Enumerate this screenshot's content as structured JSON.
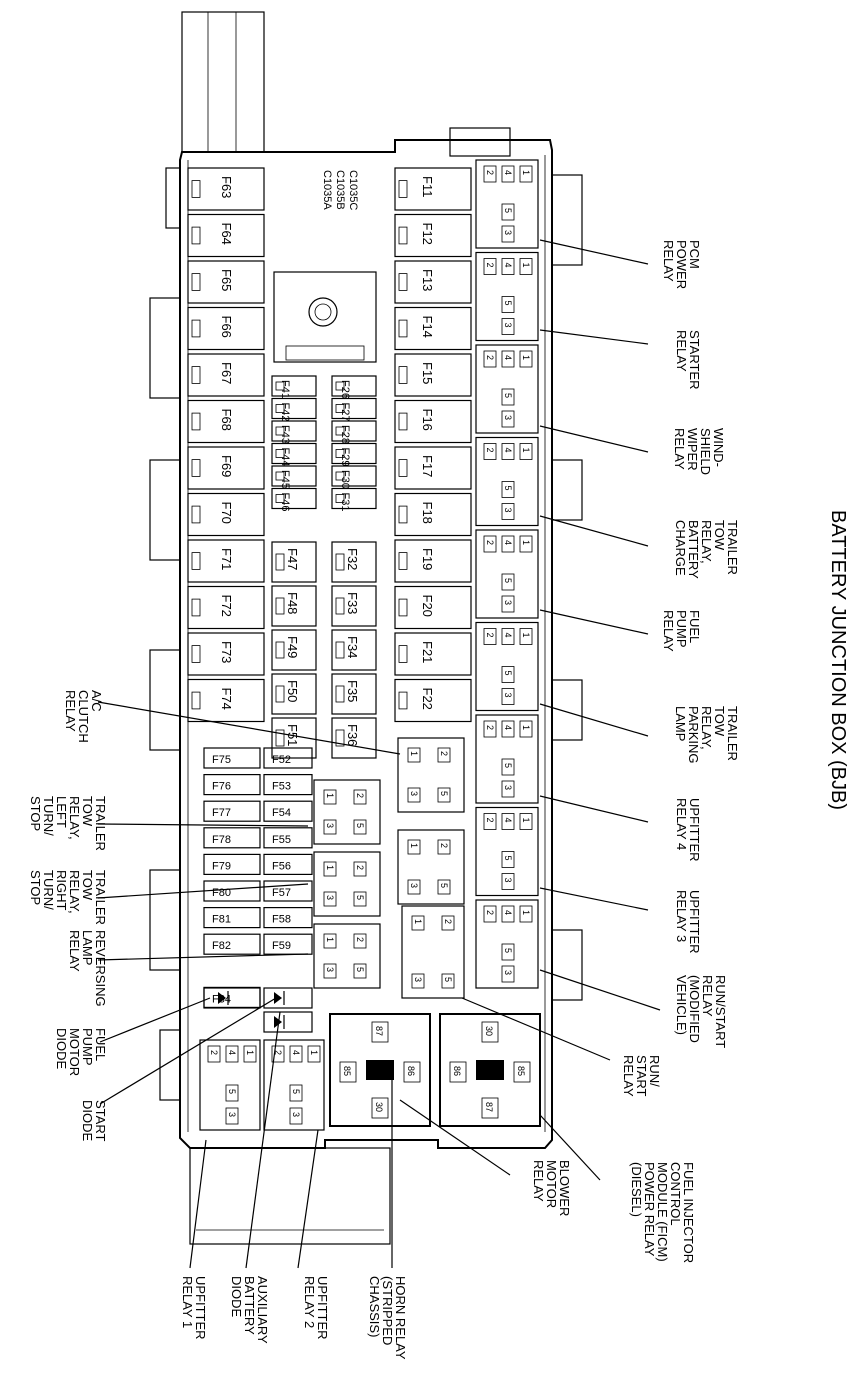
{
  "title": "BATTERY JUNCTION BOX (BJB)",
  "connectors": [
    "C1035A",
    "C1035B",
    "C1035C"
  ],
  "fuses": {
    "col_left": [
      "F63",
      "F64",
      "F65",
      "F66",
      "F67",
      "F68",
      "F69",
      "F70",
      "F71",
      "F72",
      "F73",
      "F74"
    ],
    "col_mid_small": [
      "F41",
      "F42",
      "F43",
      "F44",
      "F45",
      "F46"
    ],
    "col_mid_small_right": [
      "F26",
      "F27",
      "F28",
      "F29",
      "F30",
      "F31"
    ],
    "col_mid_large_left": [
      "F47",
      "F48",
      "F49",
      "F50",
      "F51"
    ],
    "col_mid_large_right": [
      "F32",
      "F33",
      "F34",
      "F35",
      "F36"
    ],
    "col_right": [
      "F11",
      "F12",
      "F13",
      "F14",
      "F15",
      "F16",
      "F17",
      "F18",
      "F19",
      "F20",
      "F21",
      "F22"
    ],
    "lower_left": [
      "F75",
      "F76",
      "F77",
      "F78",
      "F79",
      "F80",
      "F81",
      "F82",
      "F84"
    ],
    "lower_mid": [
      "F52",
      "F53",
      "F54",
      "F55",
      "F56",
      "F57",
      "F58",
      "F59"
    ]
  },
  "relay_pins": {
    "micro": [
      "2",
      "4",
      "1",
      "5",
      "3"
    ],
    "mini": [
      "1",
      "2",
      "3",
      "5"
    ],
    "iso": [
      "87",
      "85",
      "86",
      "30"
    ]
  },
  "callouts_right": [
    [
      "PCM",
      "POWER",
      "RELAY"
    ],
    [
      "STARTER",
      "RELAY"
    ],
    [
      "WIND-",
      "SHIELD",
      "WIPER",
      "RELAY"
    ],
    [
      "TRAILER",
      "TOW",
      "RELAY,",
      "BATTERY",
      "CHARGE"
    ],
    [
      "FUEL",
      "PUMP",
      "RELAY"
    ],
    [
      "TRAILER",
      "TOW",
      "RELAY,",
      "PARKING",
      "LAMP"
    ],
    [
      "UPFITTER",
      "RELAY 4"
    ],
    [
      "UPFITTER",
      "RELAY 3"
    ],
    [
      "RUN/START",
      "RELAY",
      "(MODIFIED",
      "VEHICLE)"
    ],
    [
      "RUN/",
      "START",
      "RELAY"
    ]
  ],
  "callouts_left": [
    [
      "A/C",
      "CLUTCH",
      "RELAY"
    ],
    [
      "TRAILER",
      "TOW",
      "RELAY,",
      "LEFT",
      "TURN/",
      "STOP"
    ],
    [
      "TRAILER",
      "TOW",
      "RELAY,",
      "RIGHT",
      "TURN/",
      "STOP"
    ],
    [
      "REVERSING",
      "LAMP",
      "RELAY"
    ],
    [
      "FUEL",
      "PUMP",
      "MOTOR",
      "DIODE"
    ],
    [
      "START",
      "DIODE"
    ]
  ],
  "callouts_bottom": [
    [
      "BLOWER",
      "MOTOR",
      "RELAY"
    ],
    [
      "FUEL INJECTOR",
      "CONTROL",
      "MODULE (FICM)",
      "POWER RELAY",
      "(DIESEL)"
    ],
    [
      "HORN RELAY",
      "(STRIPPED",
      "CHASSIS)"
    ],
    [
      "UPFITTER",
      "RELAY 2"
    ],
    [
      "AUXILIARY",
      "BATTERY",
      "DIODE"
    ],
    [
      "UPFITTER",
      "RELAY 1"
    ]
  ]
}
